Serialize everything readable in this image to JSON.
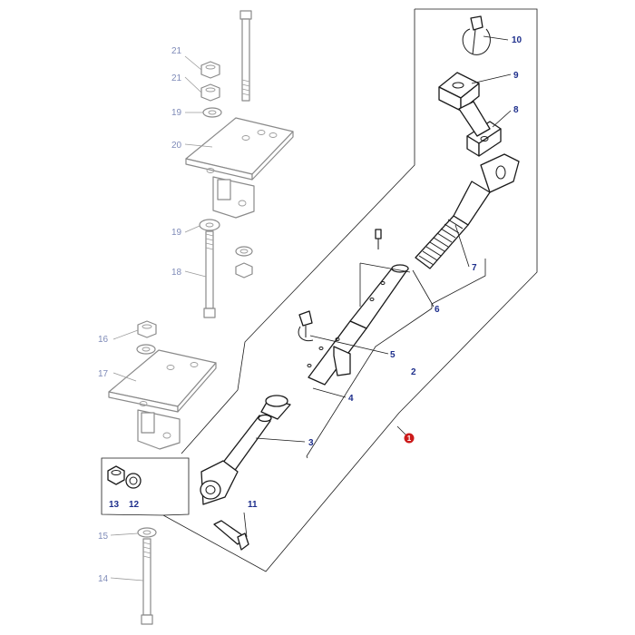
{
  "callouts": {
    "c1": "1",
    "c2": "2",
    "c3": "3",
    "c4": "4",
    "c5": "5",
    "c6": "6",
    "c7": "7",
    "c8": "8",
    "c9": "9",
    "c10": "10",
    "c11": "11",
    "c12": "12",
    "c13": "13",
    "c14": "14",
    "c15": "15",
    "c16": "16",
    "c17": "17",
    "c18": "18",
    "c19a": "19",
    "c19b": "19",
    "c20": "20",
    "c21a": "21",
    "c21b": "21"
  },
  "colors": {
    "active_part": "#1a1a1a",
    "inactive_part": "#8a8a8a",
    "callout_active": "#1e2f8c",
    "callout_inactive": "#7f8bb8",
    "assembly_badge": "#cc1b1b"
  }
}
